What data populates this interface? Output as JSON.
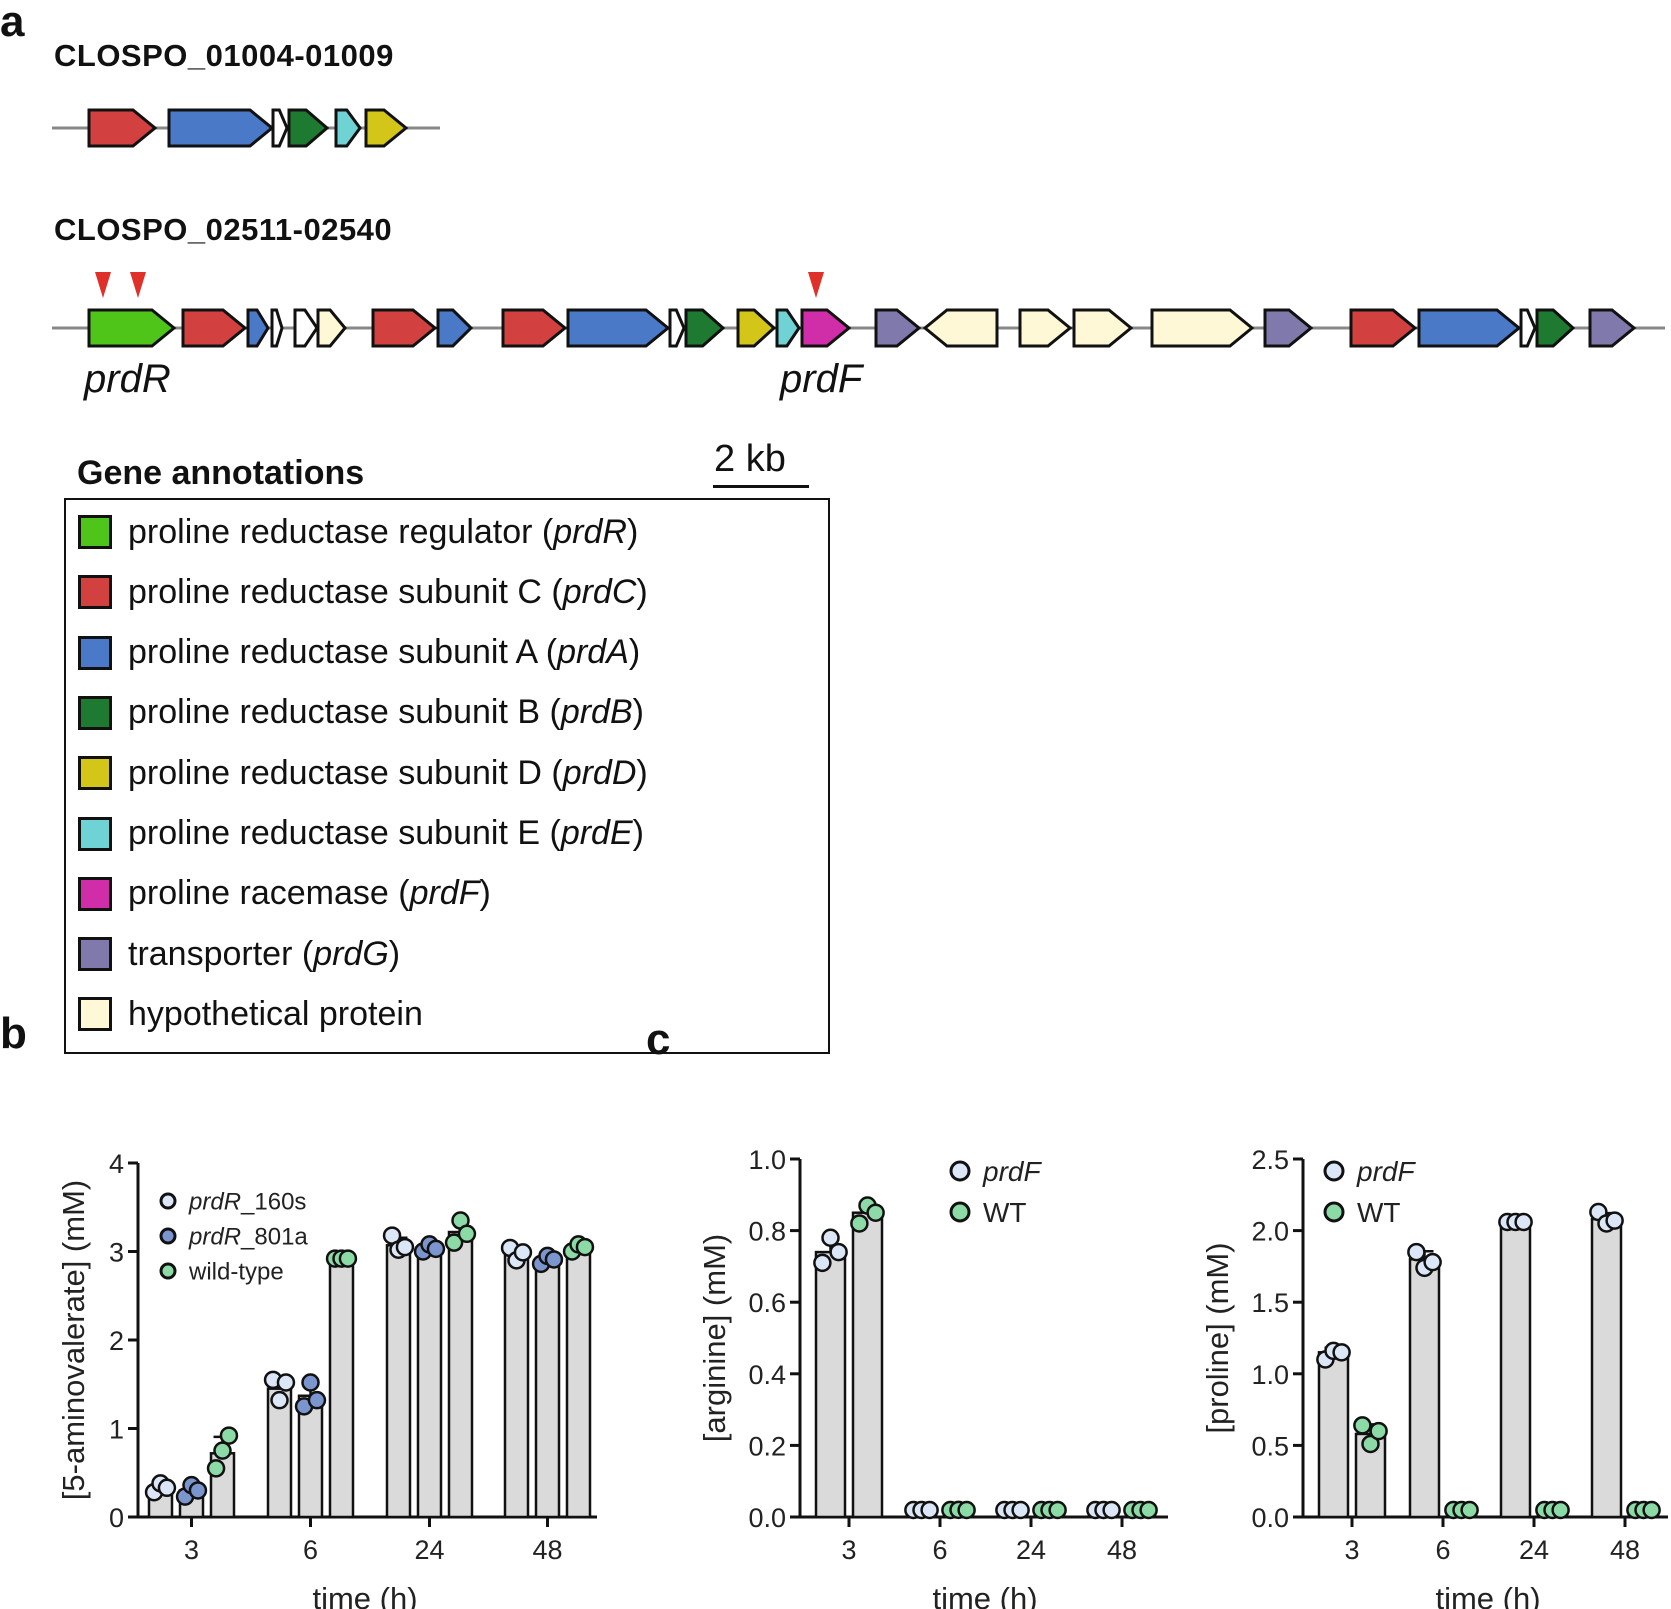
{
  "panels": {
    "a": "a",
    "b": "b",
    "c": "c"
  },
  "clusters": [
    {
      "title": "CLOSPO_01004-01009"
    },
    {
      "title": "CLOSPO_02511-02540"
    }
  ],
  "gene_labels": {
    "prdR": "prdR",
    "prdF": "prdF"
  },
  "scale_bar": {
    "label": "2 kb"
  },
  "legend": {
    "title": "Gene annotations",
    "items": [
      {
        "pre": "proline reductase regulator (",
        "gene": "prdR",
        "post": ")",
        "color": "#4fc51a"
      },
      {
        "pre": "proline reductase subunit C (",
        "gene": "prdC",
        "post": ")",
        "color": "#d2413f"
      },
      {
        "pre": "proline reductase subunit A (",
        "gene": "prdA",
        "post": ")",
        "color": "#4a79c8"
      },
      {
        "pre": "proline reductase subunit B (",
        "gene": "prdB",
        "post": ")",
        "color": "#1d7a30"
      },
      {
        "pre": "proline reductase subunit D (",
        "gene": "prdD",
        "post": ")",
        "color": "#d4c619"
      },
      {
        "pre": "proline reductase subunit E (",
        "gene": "prdE",
        "post": ")",
        "color": "#6fd3d6"
      },
      {
        "pre": "proline racemase (",
        "gene": "prdF",
        "post": ")",
        "color": "#cf2ea8"
      },
      {
        "pre": "transporter (",
        "gene": "prdG",
        "post": ")",
        "color": "#7f7aab"
      },
      {
        "pre": "hypothetical protein",
        "gene": "",
        "post": "",
        "color": "#fff8d6"
      }
    ]
  },
  "chart_data": [
    {
      "type": "bar",
      "id": "b",
      "xlabel": "time (h)",
      "ylabel": "[5-aminovalerate] (mM)",
      "categories": [
        "3",
        "6",
        "24",
        "48"
      ],
      "ylim": [
        0,
        4
      ],
      "yticks": [
        "0",
        "1",
        "2",
        "3",
        "4"
      ],
      "series": [
        {
          "name": "prdR",
          "name_suffix": "_160s",
          "color": "#dbe7f6",
          "values": [
            0.32,
            1.45,
            3.07,
            2.97
          ],
          "points": [
            [
              0.28,
              0.38,
              0.33
            ],
            [
              1.55,
              1.32,
              1.52
            ],
            [
              3.18,
              3.02,
              3.05
            ],
            [
              3.04,
              2.9,
              2.99
            ]
          ]
        },
        {
          "name": "prdR",
          "name_suffix": "_801a",
          "color": "#7b96cf",
          "values": [
            0.3,
            1.37,
            3.05,
            2.9
          ],
          "points": [
            [
              0.23,
              0.36,
              0.3
            ],
            [
              1.25,
              1.52,
              1.32
            ],
            [
              3.0,
              3.08,
              3.03
            ],
            [
              2.86,
              2.95,
              2.91
            ]
          ]
        },
        {
          "name": "wild-type",
          "name_suffix": "",
          "color": "#8cdba6",
          "values": [
            0.72,
            2.93,
            3.22,
            3.05
          ],
          "points": [
            [
              0.55,
              0.75,
              0.92
            ],
            [
              2.92,
              2.92,
              2.92
            ],
            [
              3.1,
              3.35,
              3.2
            ],
            [
              3.0,
              3.08,
              3.05
            ]
          ]
        }
      ]
    },
    {
      "type": "bar",
      "id": "c1",
      "xlabel": "time (h)",
      "ylabel": "[arginine] (mM)",
      "categories": [
        "3",
        "6",
        "24",
        "48"
      ],
      "ylim": [
        0,
        1.0
      ],
      "yticks": [
        "0.0",
        "0.2",
        "0.4",
        "0.6",
        "0.8",
        "1.0"
      ],
      "series": [
        {
          "name": "prdF",
          "color": "#dbe7f6",
          "values": [
            0.74,
            0.0,
            0.0,
            0.0
          ],
          "points": [
            [
              0.71,
              0.78,
              0.74
            ],
            [
              0.0,
              0.0,
              0.0
            ],
            [
              0.0,
              0.0,
              0.0
            ],
            [
              0.0,
              0.0,
              0.0
            ]
          ]
        },
        {
          "name": "WT",
          "color": "#8cdba6",
          "values": [
            0.85,
            0.01,
            0.0,
            0.0
          ],
          "points": [
            [
              0.82,
              0.87,
              0.85
            ],
            [
              0.0,
              0.02,
              0.0
            ],
            [
              0.0,
              0.0,
              0.0
            ],
            [
              0.0,
              0.0,
              0.0
            ]
          ]
        }
      ]
    },
    {
      "type": "bar",
      "id": "c2",
      "xlabel": "time (h)",
      "ylabel": "[proline] (mM)",
      "categories": [
        "3",
        "6",
        "24",
        "48"
      ],
      "ylim": [
        0,
        2.5
      ],
      "yticks": [
        "0.0",
        "0.5",
        "1.0",
        "1.5",
        "2.0",
        "2.5"
      ],
      "series": [
        {
          "name": "prdF",
          "color": "#dbe7f6",
          "values": [
            1.15,
            1.8,
            2.06,
            2.08
          ],
          "points": [
            [
              1.1,
              1.16,
              1.15
            ],
            [
              1.85,
              1.74,
              1.78
            ],
            [
              2.06,
              2.06,
              2.06
            ],
            [
              2.13,
              2.05,
              2.07
            ]
          ]
        },
        {
          "name": "WT",
          "color": "#8cdba6",
          "values": [
            0.58,
            0.01,
            0.0,
            0.0
          ],
          "points": [
            [
              0.64,
              0.51,
              0.6
            ],
            [
              0.0,
              0.02,
              0.01
            ],
            [
              0.0,
              0.0,
              0.0
            ],
            [
              0.0,
              0.0,
              0.0
            ]
          ]
        }
      ]
    }
  ]
}
